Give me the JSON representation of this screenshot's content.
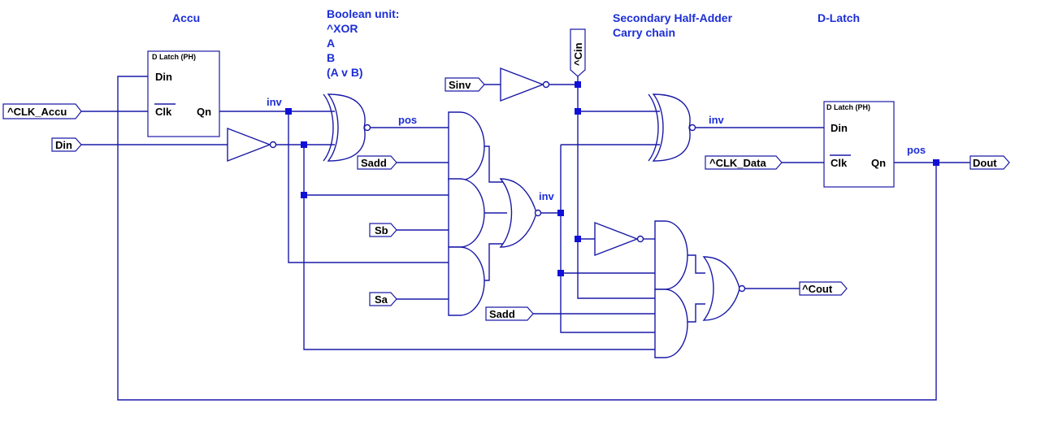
{
  "headings": {
    "accu": "Accu",
    "boolean_title": "Boolean unit:",
    "boolean_xor": "^XOR",
    "boolean_a": "A",
    "boolean_b": "B",
    "boolean_or": "(A v B)",
    "half_adder_1": "Secondary Half-Adder",
    "half_adder_2": "Carry chain",
    "dlatch": "D-Latch"
  },
  "ports": {
    "clk_accu": "^CLK_Accu",
    "din": "Din",
    "sadd_top": "Sadd",
    "sb": "Sb",
    "sa": "Sa",
    "sinv": "Sinv",
    "cin": "^Cin",
    "clk_data": "^CLK_Data",
    "dout": "Dout",
    "cout": "^Cout",
    "sadd_bottom": "Sadd"
  },
  "latch_accu": {
    "title": "D Latch (PH)",
    "din": "Din",
    "clk": "Clk",
    "qn": "Qn"
  },
  "latch_data": {
    "title": "D Latch (PH)",
    "din": "Din",
    "clk": "Clk",
    "qn": "Qn"
  },
  "net_labels": {
    "inv_1": "inv",
    "pos_1": "pos",
    "inv_2": "inv",
    "inv_3": "inv",
    "pos_2": "pos"
  }
}
